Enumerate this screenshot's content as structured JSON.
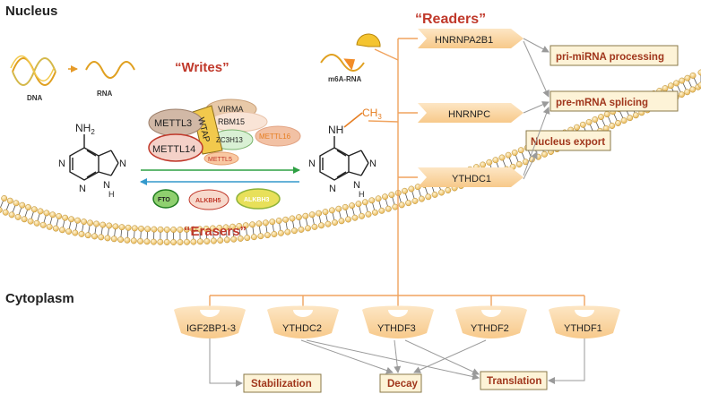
{
  "section_labels": {
    "nucleus": "Nucleus",
    "cytoplasm": "Cytoplasm"
  },
  "headings": {
    "writes": "“Writes”",
    "erasers": "“Erasers”",
    "readers": "“Readers”"
  },
  "flow": {
    "dna": "DNA",
    "rna": "RNA",
    "m6a_rna": "m6A-RNA"
  },
  "molecules": {
    "adenine_nh2": "NH",
    "adenine_nh2_sub": "2",
    "n6_nh": "NH",
    "methyl_ch": "CH",
    "methyl_sub": "3"
  },
  "writers": [
    "METTL3",
    "METTL14",
    "WTAP",
    "VIRMA",
    "RBM15",
    "ZC3H13",
    "METTL5",
    "METTL16"
  ],
  "erasers": [
    "FTO",
    "ALKBH5",
    "ALKBH3"
  ],
  "nuclear_readers": [
    "HNRNPA2B1",
    "HNRNPC",
    "YTHDC1"
  ],
  "nuclear_functions": [
    "pri-miRNA processing",
    "pre-mRNA splicing",
    "Nucleus export"
  ],
  "cytoplasm_readers": [
    "IGF2BP1-3",
    "YTHDC2",
    "YTHDF3",
    "YTHDF2",
    "YTHDF1"
  ],
  "cytoplasm_functions": [
    "Stabilization",
    "Decay",
    "Translation"
  ],
  "colors": {
    "heading": "#c0392b",
    "reader_fill": "#fbd9a7",
    "function_fill": "#fdf3d7",
    "tree_line": "#f0a35e",
    "green_arrow": "#2ea043",
    "blue_arrow": "#3399cc"
  }
}
